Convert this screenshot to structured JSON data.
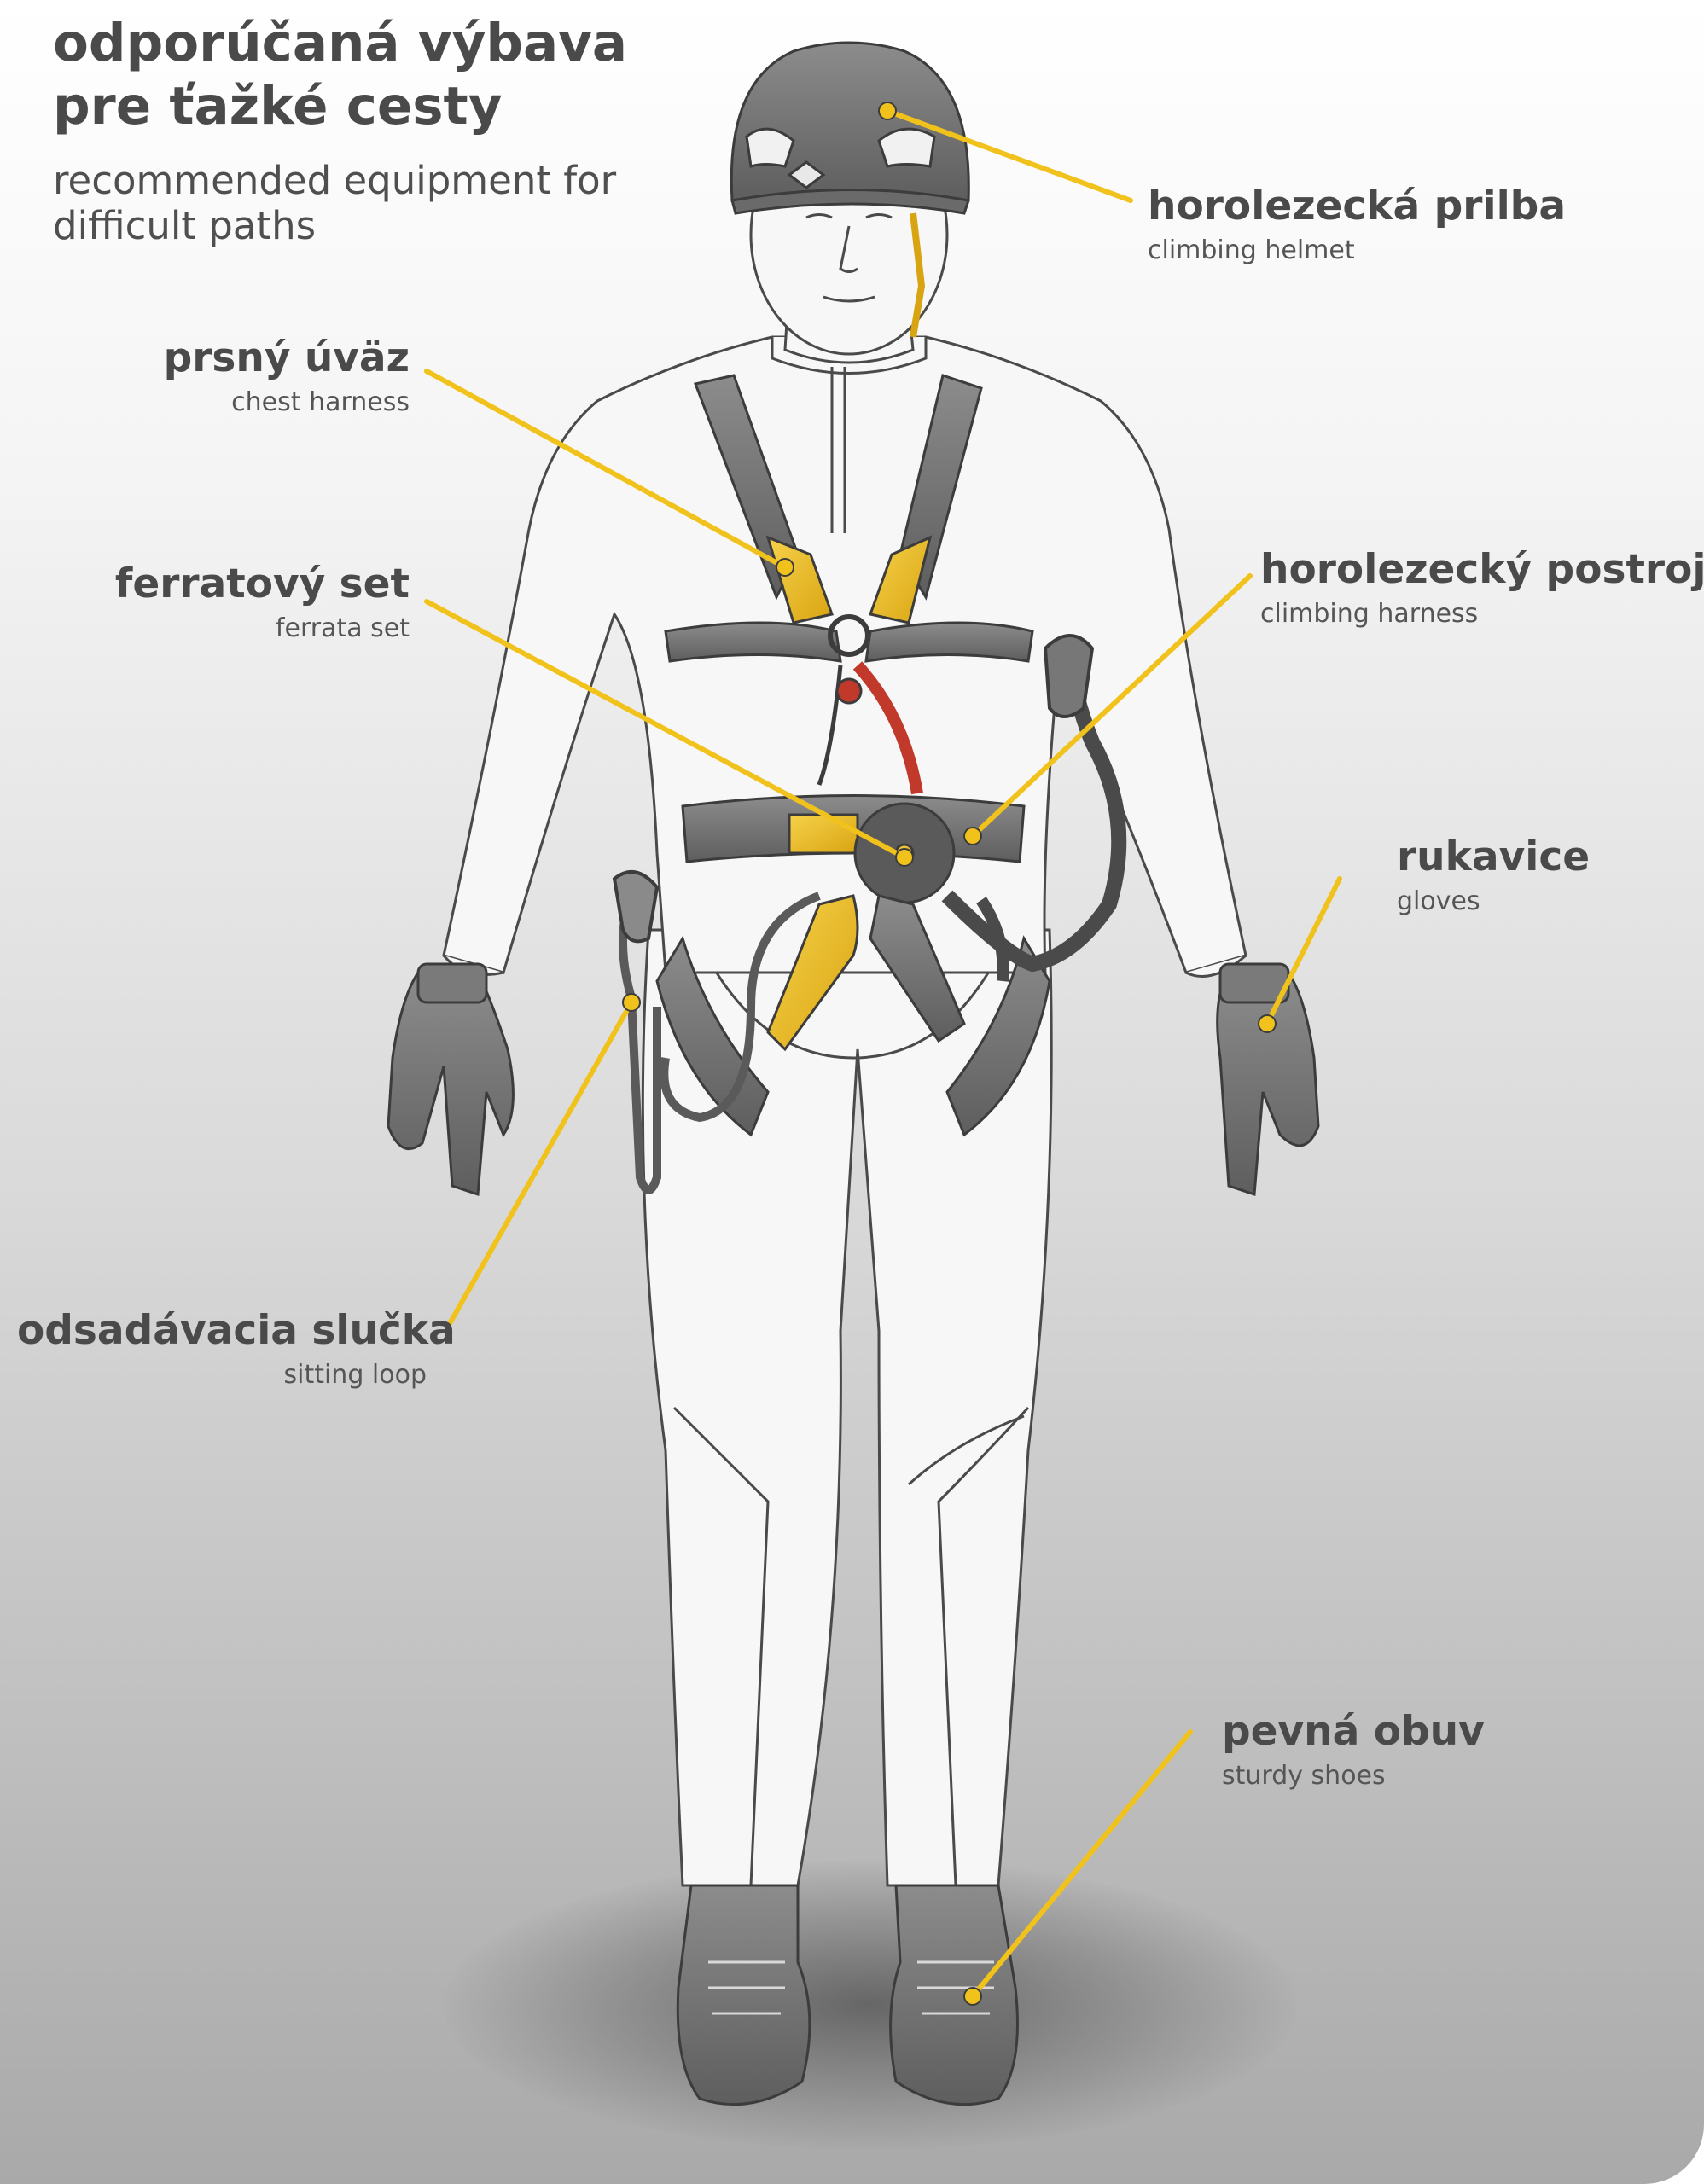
{
  "title": "odporúčaná výbava\npre ťažké cesty",
  "subtitle": "recommended equipment for difficult paths",
  "accent_color": "#f1c21b",
  "labels": {
    "helmet": {
      "main": "horolezecká prilba",
      "sub": "climbing helmet"
    },
    "chest_harness": {
      "main": "prsný úväz",
      "sub": "chest harness"
    },
    "ferrata_set": {
      "main": "ferratový set",
      "sub": "ferrata set"
    },
    "climbing_harness": {
      "main": "horolezecký postroj",
      "sub": "climbing harness"
    },
    "gloves": {
      "main": "rukavice",
      "sub": "gloves"
    },
    "sitting_loop": {
      "main": "odsadávacia slučka",
      "sub": "sitting loop"
    },
    "shoes": {
      "main": "pevná obuv",
      "sub": "sturdy shoes"
    }
  }
}
